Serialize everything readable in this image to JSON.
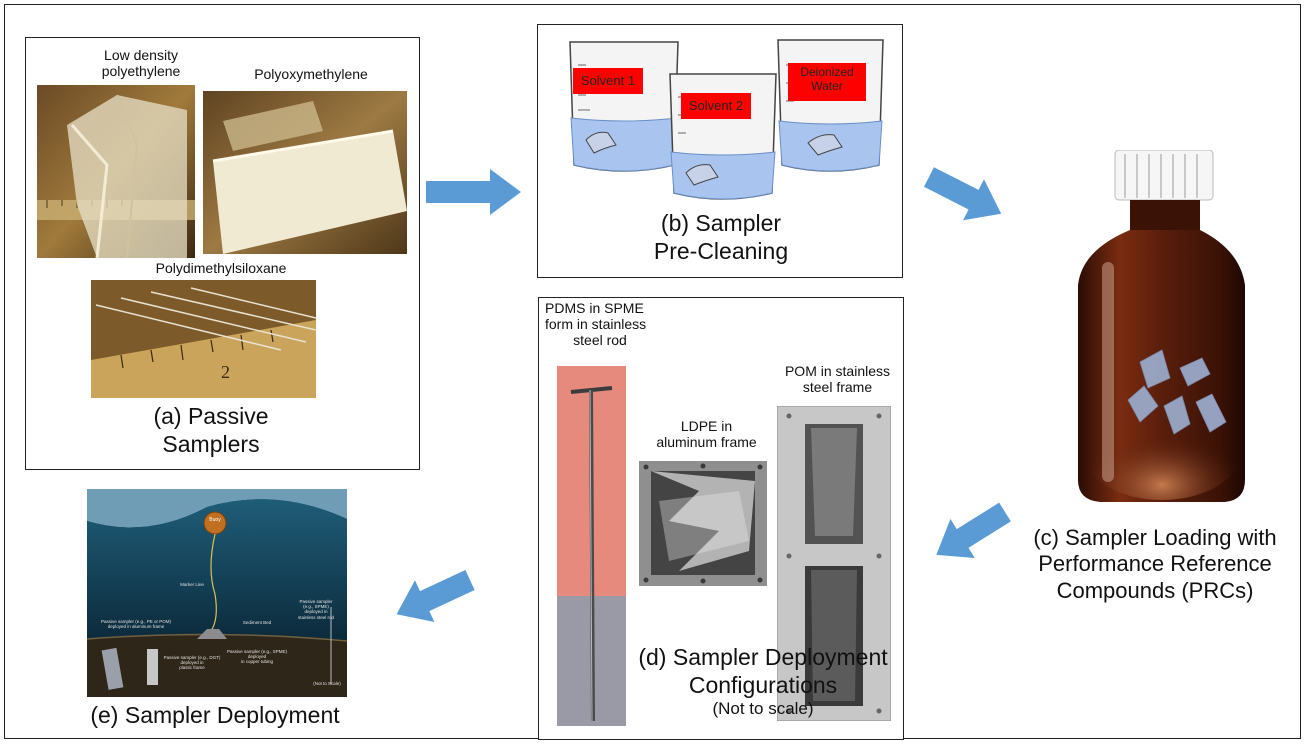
{
  "panels": {
    "a": {
      "caption_line1": "(a) Passive",
      "caption_line2": "Samplers",
      "label_ldpe_line1": "Low density",
      "label_ldpe_line2": "polyethylene",
      "label_pom": "Polyoxymethylene",
      "label_pdms": "Polydimethylsiloxane"
    },
    "b": {
      "caption_line1": "(b) Sampler",
      "caption_line2": "Pre-Cleaning",
      "beaker1": "Solvent 1",
      "beaker2": "Solvent 2",
      "beaker3_line1": "Deionized",
      "beaker3_line2": "Water"
    },
    "c": {
      "caption_line1": "(c) Sampler Loading with",
      "caption_line2": "Performance Reference",
      "caption_line3": "Compounds (PRCs)"
    },
    "d": {
      "caption_line1": "(d) Sampler Deployment",
      "caption_line2": "Configurations",
      "caption_line3": "(Not to scale)",
      "pdms_line1": "PDMS in SPME",
      "pdms_line2": "form in stainless",
      "pdms_line3": "steel rod",
      "ldpe_line1": "LDPE in",
      "ldpe_line2": "aluminum frame",
      "pom_line1": "POM in stainless",
      "pom_line2": "steel frame"
    },
    "e": {
      "caption": "(e) Sampler Deployment",
      "buoy": "Buoy",
      "marker_line": "Marker Line",
      "sediment_bed": "Sediment Bed",
      "ps_pe_pom_line1": "Passive sampler (e.g., PE or POM)",
      "ps_pe_pom_line2": "deployed in aluminum frame",
      "ps_spme_rod_line1": "Passive sampler",
      "ps_spme_rod_line2": "(e.g., SPME)",
      "ps_spme_rod_line3": "deployed in",
      "ps_spme_rod_line4": "stainless steel rod",
      "ps_dgt_line1": "Passive sampler (e.g., DGT)",
      "ps_dgt_line2": "deployed in",
      "ps_dgt_line3": "plastic frame",
      "ps_spme_tube_line1": "Passive sampler (e.g., SPME)",
      "ps_spme_tube_line2": "deployed",
      "ps_spme_tube_line3": "in copper tubing",
      "not_to_scale": "(Not to Scale)"
    }
  },
  "colors": {
    "arrow": "#5b9bd5",
    "label_red": "#ff0000",
    "water": "#a9c4ef",
    "bottle": "#5a1e0c"
  }
}
